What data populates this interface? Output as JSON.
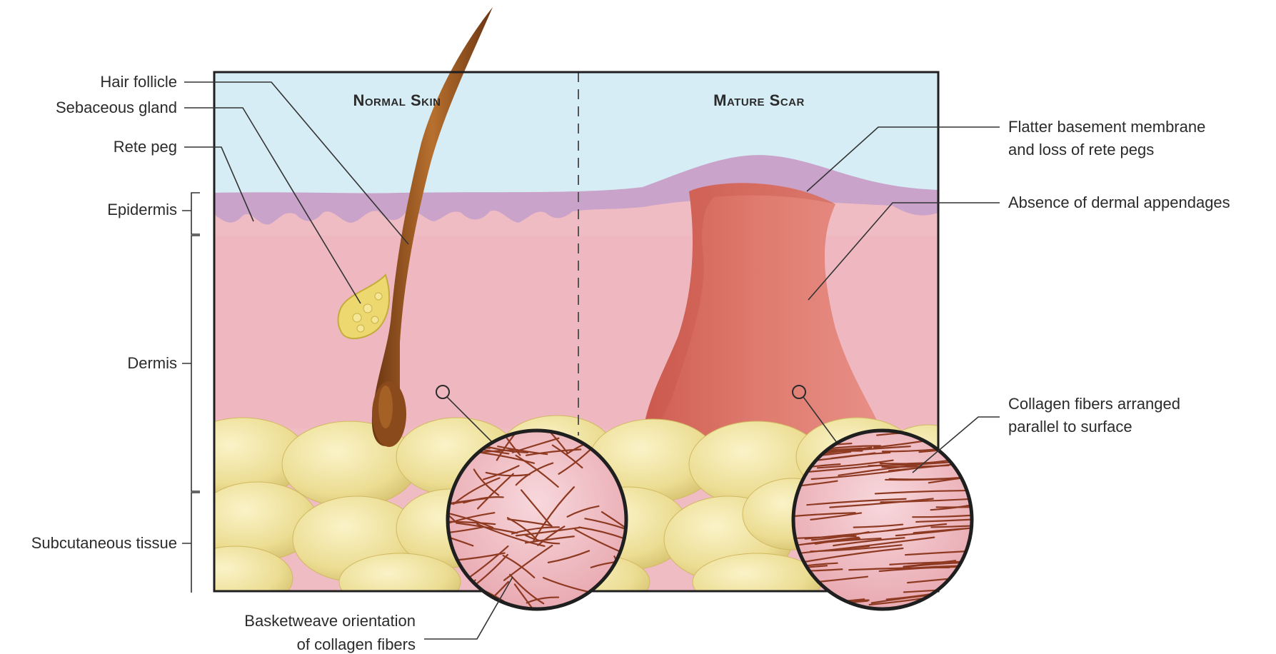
{
  "panels": {
    "left_title": "Normal Skin",
    "right_title": "Mature Scar"
  },
  "left_labels": {
    "hair_follicle": "Hair follicle",
    "sebaceous_gland": "Sebaceous gland",
    "rete_peg": "Rete peg",
    "epidermis": "Epidermis",
    "dermis": "Dermis",
    "subcutaneous": "Subcutaneous tissue"
  },
  "right_labels": {
    "flatter_line1": "Flatter basement membrane",
    "flatter_line2": "and loss of rete pegs",
    "absence": "Absence of dermal appendages",
    "collagen_line1": "Collagen fibers arranged",
    "collagen_line2": "parallel to surface"
  },
  "bottom_labels": {
    "basket_line1": "Basketweave orientation",
    "basket_line2": "of collagen fibers"
  },
  "colors": {
    "sky": "#d6edf5",
    "epidermis": "#c9a3c9",
    "dermis": "#f0bcc3",
    "scar": "#d9695e",
    "fat": "#efe09a",
    "fiber": "#8e3a22",
    "hair": "#8a4a1c",
    "gland": "#ecd86e"
  }
}
